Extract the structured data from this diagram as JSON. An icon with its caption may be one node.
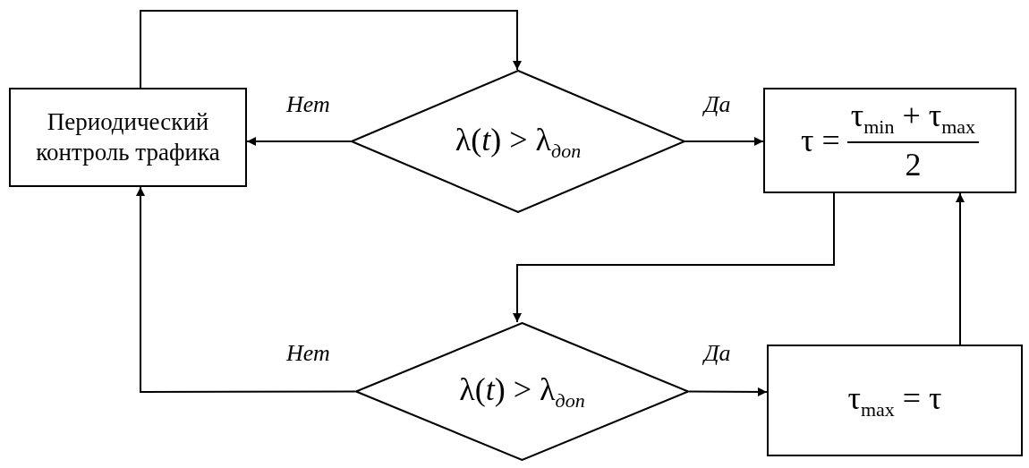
{
  "diagram": {
    "nodes": [
      {
        "text": [
          "Периодический контроль трафика"
        ]
      },
      {
        "text": [
          "λ(*t*) > λ$_{доп}$"
        ]
      },
      {
        "text": [
          "τ =",
          "τ$_{min}$ + τ$_{max}$",
          "2"
        ]
      },
      {
        "text": [
          "λ(*t*) > λ$_{доп}$"
        ]
      },
      {
        "text": [
          "τ$_{max}$ = τ"
        ]
      }
    ],
    "edges": [
      {
        "from": 0,
        "to": 1,
        "arrow": "to"
      },
      {
        "from": 1,
        "to": 0,
        "arrow": "to",
        "label": "Нет"
      },
      {
        "from": 1,
        "to": 2,
        "arrow": "to",
        "label": "Да"
      },
      {
        "from": 2,
        "to": 3,
        "arrow": "to"
      },
      {
        "from": 3,
        "to": 0,
        "arrow": "to",
        "label": "Нет"
      },
      {
        "from": 3,
        "to": 4,
        "arrow": "to",
        "label": "Да"
      },
      {
        "from": 4,
        "to": 2,
        "arrow": "to"
      }
    ]
  }
}
